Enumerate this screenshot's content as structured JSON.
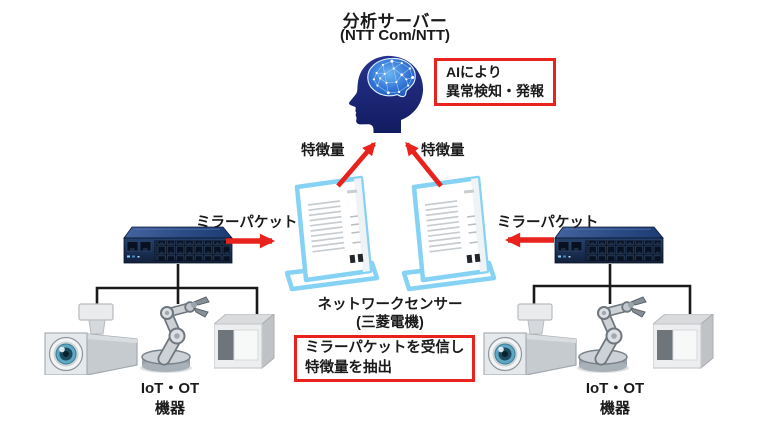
{
  "server": {
    "title": "分析サーバー",
    "subtitle": "(NTT Com/NTT)",
    "ai_callout_line1": "AIにより",
    "ai_callout_line2": "異常検知・発報"
  },
  "flows": {
    "feature_left": "特徴量",
    "feature_right": "特徴量",
    "mirror_left": "ミラーパケット",
    "mirror_right": "ミラーパケット"
  },
  "sensors": {
    "caption_line1": "ネットワークセンサー",
    "caption_line2": "(三菱電機)",
    "callout_line1": "ミラーパケットを受信し",
    "callout_line2": "特徴量を抽出"
  },
  "devices": {
    "left_line1": "IoT・OT",
    "left_line2": "機器",
    "right_line1": "IoT・OT",
    "right_line2": "機器"
  },
  "colors": {
    "accent_red": "#E8231E",
    "connector_black": "#1A1A1A",
    "head_navy": "#1B2478",
    "brain_blue": "#4EA6EC",
    "sensor_outline_blue": "#85D2F4",
    "switch_navy": "#1C3560",
    "device_gray": "#CDD2D6",
    "background": "#FFFFFF"
  }
}
